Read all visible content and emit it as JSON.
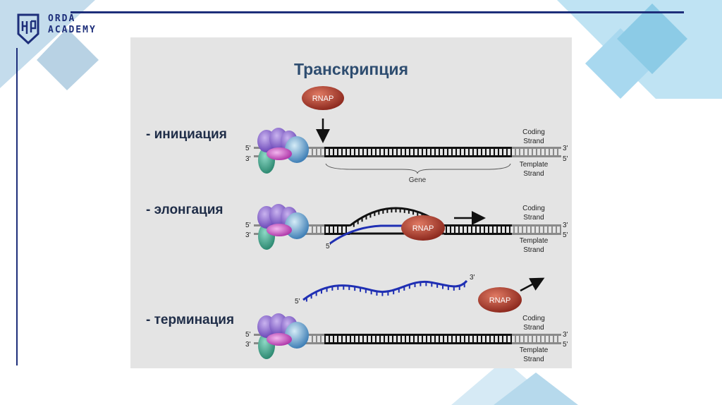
{
  "brand": {
    "line1": "ORDA",
    "line2": "ACADEMY",
    "mark": "ORDA ACADEMY logo"
  },
  "title": "Транскрипция",
  "stages": [
    {
      "label": "- инициация"
    },
    {
      "label": "- элонгация"
    },
    {
      "label": "- терминация"
    }
  ],
  "labels": {
    "rnap": "RNAP",
    "five_prime": "5'",
    "three_prime": "3'",
    "coding_line1": "Coding",
    "coding_line2": "Strand",
    "template_line1": "Template",
    "template_line2": "Strand",
    "gene": "Gene"
  },
  "colors": {
    "navy": "#1d2e7a",
    "rnap": "#a03a2c",
    "rna": "#1f2fb3",
    "accent_light": "#bfe3f3"
  }
}
